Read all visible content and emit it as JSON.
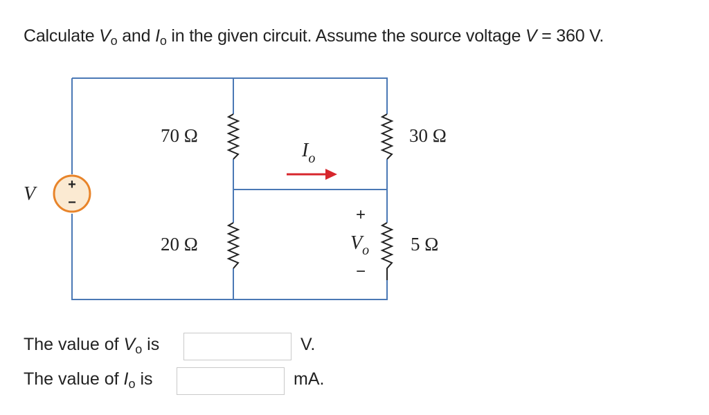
{
  "question": {
    "prefix": "Calculate ",
    "var_v": "V",
    "sub_o": "o",
    "and": " and ",
    "var_i": "I",
    "rest": " in the given circuit. Assume the source voltage ",
    "src_var": "V",
    "src_value": " = 360 V."
  },
  "circuit": {
    "resistors": {
      "r70": "70 Ω",
      "r30": "30 Ω",
      "r20": "20 Ω",
      "r5": "5 Ω"
    },
    "source": {
      "label": "V",
      "plus": "+",
      "minus": "−"
    },
    "current": {
      "label": "I",
      "sub": "o"
    },
    "voltage": {
      "label": "V",
      "sub": "o",
      "plus": "+",
      "minus": "−"
    },
    "colors": {
      "wire": "#4a78b5",
      "arrow": "#d7262c",
      "source": "#e8842a",
      "source_fill": "#fbead2"
    }
  },
  "answers": {
    "vo": {
      "prefix": "The value of ",
      "var": "V",
      "sub": "o",
      "suffix": " is",
      "value": "",
      "unit": "V."
    },
    "io": {
      "prefix": "The value of ",
      "var": "I",
      "sub": "o",
      "suffix": " is",
      "value": "",
      "unit": "mA."
    }
  }
}
